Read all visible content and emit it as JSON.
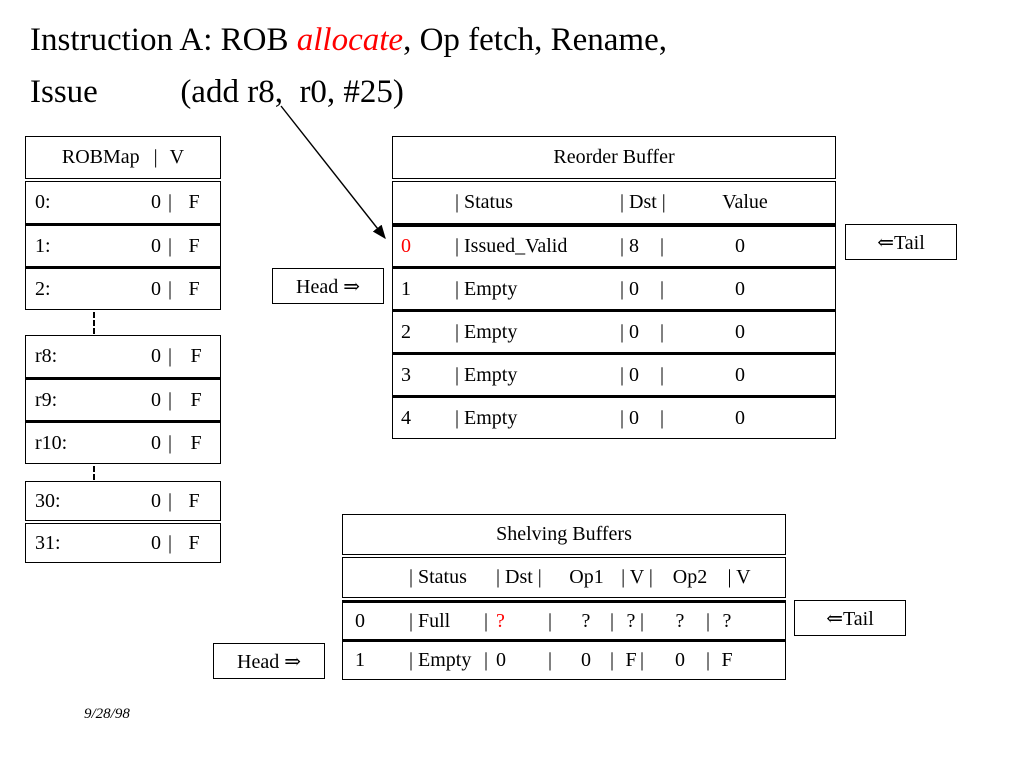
{
  "slide": {
    "title_line1_pre": "Instruction A",
    "title_line1_colon": ": ROB ",
    "title_line1_em": "allocate",
    "title_line1_post": ", Op fetch, Rename,",
    "title_line2": "Issue          (add r8,  r0, #25)",
    "date": "9/28/98",
    "accent_color": "#ff0000"
  },
  "robmap": {
    "header": {
      "name": "ROBMap",
      "sep": "|",
      "valid": "V"
    },
    "group1": [
      {
        "name": "0:",
        "value": "0",
        "sep": "|",
        "valid": "F"
      },
      {
        "name": "1:",
        "value": "0",
        "sep": "|",
        "valid": "F"
      },
      {
        "name": "2:",
        "value": "0",
        "sep": "|",
        "valid": "F"
      }
    ],
    "group2": [
      {
        "name": "r8:",
        "value": "0",
        "sep": "|",
        "valid": "F"
      },
      {
        "name": "r9:",
        "value": "0",
        "sep": "|",
        "valid": "F"
      },
      {
        "name": "r10:",
        "value": "0",
        "sep": "|",
        "valid": "F"
      }
    ],
    "group3": [
      {
        "name": "30:",
        "value": "0",
        "sep": "|",
        "valid": "F"
      },
      {
        "name": "31:",
        "value": "0",
        "sep": "|",
        "valid": "F"
      }
    ]
  },
  "reorder_buffer": {
    "title": "Reorder Buffer",
    "header": {
      "idx": "",
      "status": "| Status",
      "dst": "| Dst |",
      "value": "Value"
    },
    "rows": [
      {
        "idx": "0",
        "idx_red": true,
        "status": "| Issued_Valid",
        "dst": "| 8",
        "bar": "|",
        "value": "0"
      },
      {
        "idx": "1",
        "idx_red": false,
        "status": "| Empty",
        "dst": "| 0",
        "bar": "|",
        "value": "0"
      },
      {
        "idx": "2",
        "idx_red": false,
        "status": "| Empty",
        "dst": "| 0",
        "bar": "|",
        "value": "0"
      },
      {
        "idx": "3",
        "idx_red": false,
        "status": "| Empty",
        "dst": "| 0",
        "bar": "|",
        "value": "0"
      },
      {
        "idx": "4",
        "idx_red": false,
        "status": "| Empty",
        "dst": "| 0",
        "bar": "|",
        "value": "0"
      }
    ],
    "head_label": "Head ⇒",
    "tail_label": "⇐Tail"
  },
  "shelving_buffers": {
    "title": "Shelving Buffers",
    "header": {
      "idx": "",
      "status": "| Status",
      "dst": "| Dst |",
      "op1": "Op1",
      "v1": "| V |",
      "op2": "Op2",
      "v2": "| V"
    },
    "rows": [
      {
        "idx": "0",
        "status": "| Full",
        "dst": "|",
        "dst_val": "?",
        "dst_val_red": true,
        "bar1": "|",
        "op1": "?",
        "v1sep": "|",
        "v1": "?",
        "bar2": "|",
        "op2": "?",
        "v2sep": "|",
        "v2": "?"
      },
      {
        "idx": "1",
        "status": "| Empty",
        "dst": "|",
        "dst_val": "0",
        "dst_val_red": false,
        "bar1": "|",
        "op1": "0",
        "v1sep": "|",
        "v1": "F",
        "bar2": "|",
        "op2": "0",
        "v2sep": "|",
        "v2": "F"
      }
    ],
    "head_label": "Head ⇒",
    "tail_label": "⇐Tail"
  },
  "annotation": {
    "arrow_name": "allocate-pointer-arrow"
  }
}
